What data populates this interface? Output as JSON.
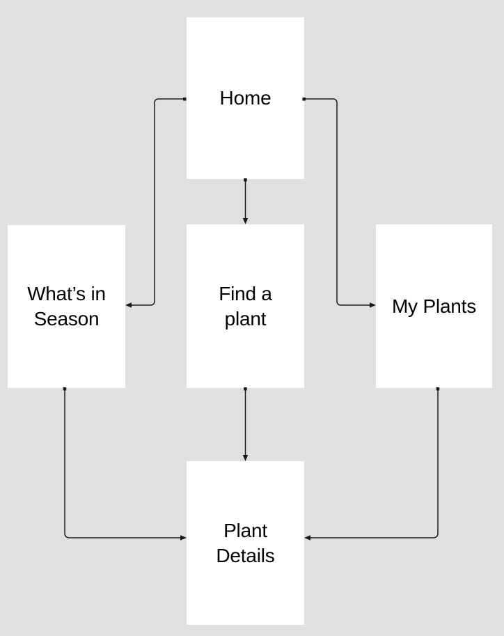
{
  "colors": {
    "bg": "#e0e0e0",
    "node-fill": "#ffffff",
    "line": "#1a1a1a",
    "text": "#000000"
  },
  "diagram": {
    "type": "flowchart",
    "nodes": [
      {
        "id": "home",
        "label": "Home"
      },
      {
        "id": "whats-in-season",
        "label": "What’s in\nSeason"
      },
      {
        "id": "find-a-plant",
        "label": "Find a\nplant"
      },
      {
        "id": "my-plants",
        "label": "My Plants"
      },
      {
        "id": "plant-details",
        "label": "Plant\nDetails"
      }
    ],
    "edges": [
      {
        "from": "home",
        "to": "whats-in-season"
      },
      {
        "from": "home",
        "to": "find-a-plant"
      },
      {
        "from": "home",
        "to": "my-plants"
      },
      {
        "from": "whats-in-season",
        "to": "plant-details"
      },
      {
        "from": "find-a-plant",
        "to": "plant-details"
      },
      {
        "from": "my-plants",
        "to": "plant-details"
      }
    ]
  }
}
